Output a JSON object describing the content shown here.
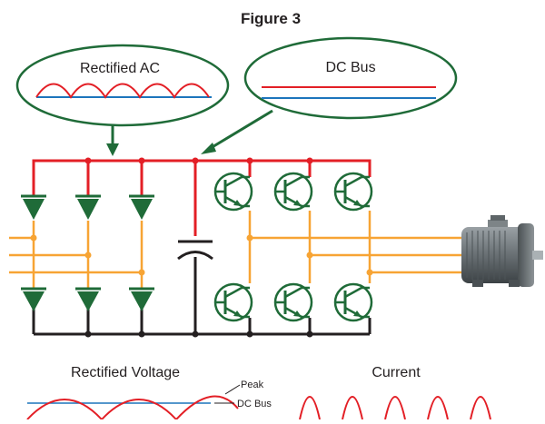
{
  "figure": {
    "title": "Figure 3",
    "callouts": {
      "rectified_ac": "Rectified AC",
      "dc_bus": "DC Bus"
    },
    "bottom": {
      "rectified_voltage": "Rectified Voltage",
      "peak": "Peak",
      "dc_bus": "DC Bus",
      "current": "Current"
    }
  },
  "colors": {
    "dc_positive": "#e31f26",
    "dc_negative": "#231f20",
    "phase_lines": "#f7a434",
    "components": "#1f6b38",
    "dc_level": "#1c75bc",
    "motor": "#6d7478"
  },
  "icons": {
    "diode": "diode-icon",
    "capacitor": "capacitor-icon",
    "transistor": "igbt-transistor-icon",
    "motor": "electric-motor-icon"
  }
}
